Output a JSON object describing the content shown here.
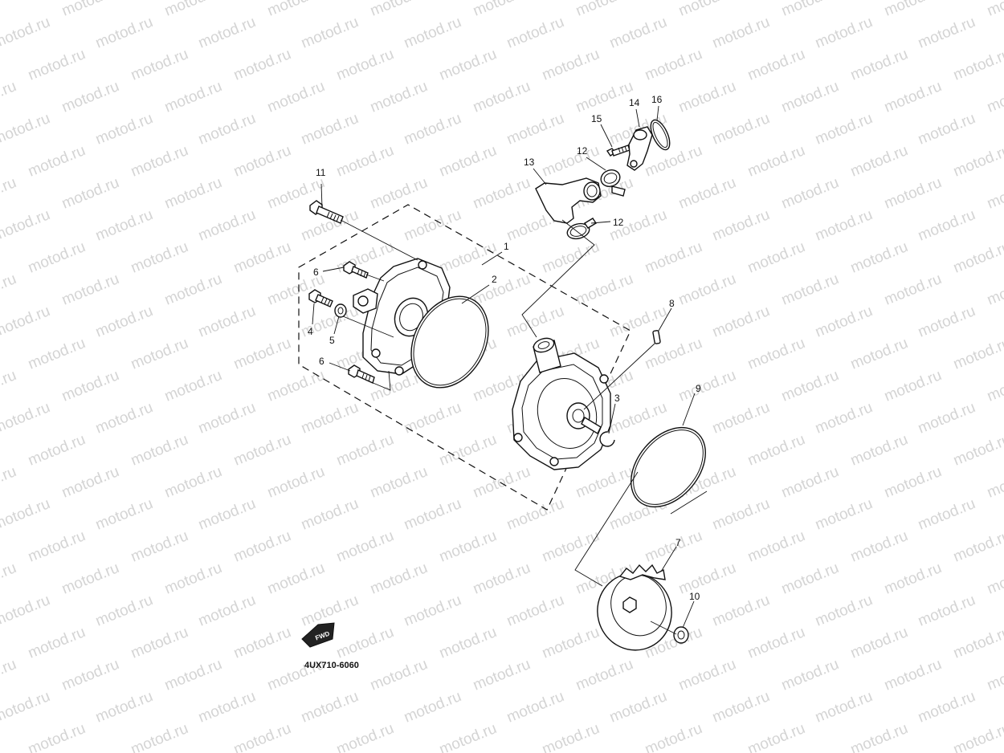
{
  "diagram": {
    "watermark_text": "motod.ru",
    "drawing_code": "4UX710-6060",
    "forward_badge": "FWD",
    "callouts": [
      {
        "id": "c1",
        "text": "1"
      },
      {
        "id": "c2",
        "text": "2"
      },
      {
        "id": "c3",
        "text": "3"
      },
      {
        "id": "c4",
        "text": "4"
      },
      {
        "id": "c5",
        "text": "5"
      },
      {
        "id": "c6a",
        "text": "6"
      },
      {
        "id": "c6b",
        "text": "6"
      },
      {
        "id": "c7",
        "text": "7"
      },
      {
        "id": "c8",
        "text": "8"
      },
      {
        "id": "c9",
        "text": "9"
      },
      {
        "id": "c10",
        "text": "10"
      },
      {
        "id": "c11",
        "text": "11"
      },
      {
        "id": "c12a",
        "text": "12"
      },
      {
        "id": "c12b",
        "text": "12"
      },
      {
        "id": "c13",
        "text": "13"
      },
      {
        "id": "c14",
        "text": "14"
      },
      {
        "id": "c15",
        "text": "15"
      },
      {
        "id": "c16",
        "text": "16"
      }
    ]
  }
}
